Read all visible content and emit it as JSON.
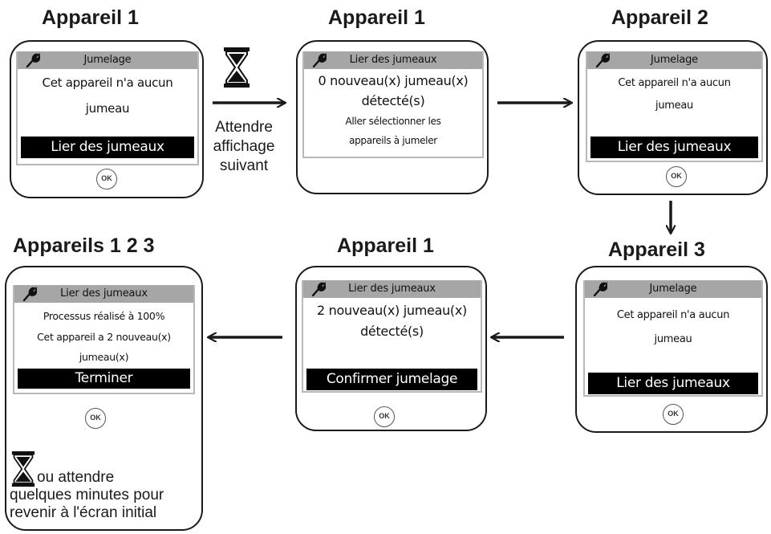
{
  "panels": [
    {
      "title": "Appareil 1",
      "header": "Jumelage",
      "lines": [
        "Cet appareil n'a aucun",
        "jumeau"
      ],
      "bar": "Lier des jumeaux",
      "ok": "OK"
    },
    {
      "title": "Appareil 1",
      "header": "Lier des jumeaux",
      "lines": [
        "0 nouveau(x) jumeau(x)",
        "détecté(s)",
        "Aller sélectionner les",
        "appareils à jumeler"
      ],
      "bar": "",
      "ok": ""
    },
    {
      "title": "Appareil 2",
      "header": "Jumelage",
      "lines": [
        "Cet appareil n'a aucun",
        "jumeau"
      ],
      "bar": "Lier des jumeaux",
      "ok": "OK"
    },
    {
      "title": "Appareil 3",
      "header": "Jumelage",
      "lines": [
        "Cet appareil n'a aucun",
        "jumeau"
      ],
      "bar": "Lier des jumeaux",
      "ok": "OK"
    },
    {
      "title": "Appareil 1",
      "header": "Lier des jumeaux",
      "lines": [
        "2 nouveau(x) jumeau(x)",
        "détecté(s)"
      ],
      "bar": "Confirmer jumelage",
      "ok": "OK"
    },
    {
      "title": "Appareils 1 2 3",
      "header": "Lier des jumeaux",
      "lines": [
        "Processus réalisé à 100%",
        "Cet appareil a 2 nouveau(x)",
        "jumeau(x)"
      ],
      "bar": "Terminer",
      "ok": "OK"
    }
  ],
  "wait_label": [
    "Attendre",
    "affichage",
    "suivant"
  ],
  "bottom_note": [
    "ou attendre",
    "quelques minutes pour",
    "revenir à l'écran initial"
  ],
  "icons": {
    "header_icon": "wrench-icon",
    "wait_icon": "hourglass-icon",
    "ok_button": "ok-button"
  },
  "colors": {
    "header_bg": "#a6a6a6",
    "bar_bg": "#000000",
    "bar_text": "#ffffff",
    "outline": "#1a1a1a"
  }
}
